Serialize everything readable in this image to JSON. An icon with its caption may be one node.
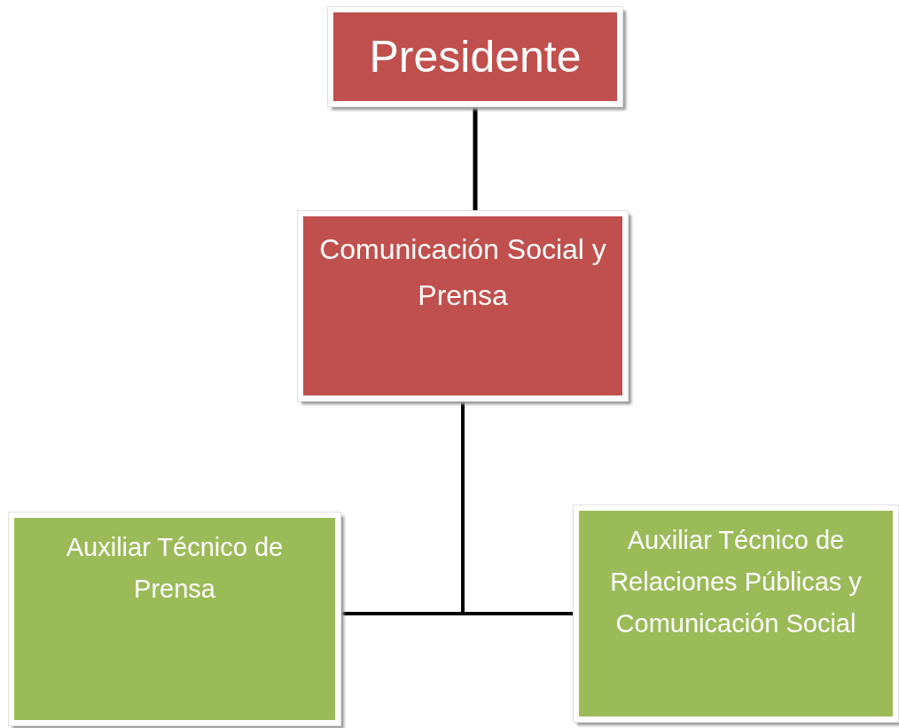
{
  "diagram": {
    "nodes": [
      {
        "text": [
          "Presidente"
        ]
      },
      {
        "text": [
          "Comunicación Social y Prensa"
        ]
      },
      {
        "text": [
          "Auxiliar Técnico de Prensa"
        ]
      },
      {
        "text": [
          "Auxiliar Técnico de Relaciones Públicas y Comunicación Social"
        ]
      }
    ],
    "edges": [
      {
        "from": 0,
        "to": 1,
        "arrow": "none"
      },
      {
        "from": 1,
        "to": 2,
        "arrow": "none"
      },
      {
        "from": 1,
        "to": 3,
        "arrow": "none"
      }
    ]
  }
}
